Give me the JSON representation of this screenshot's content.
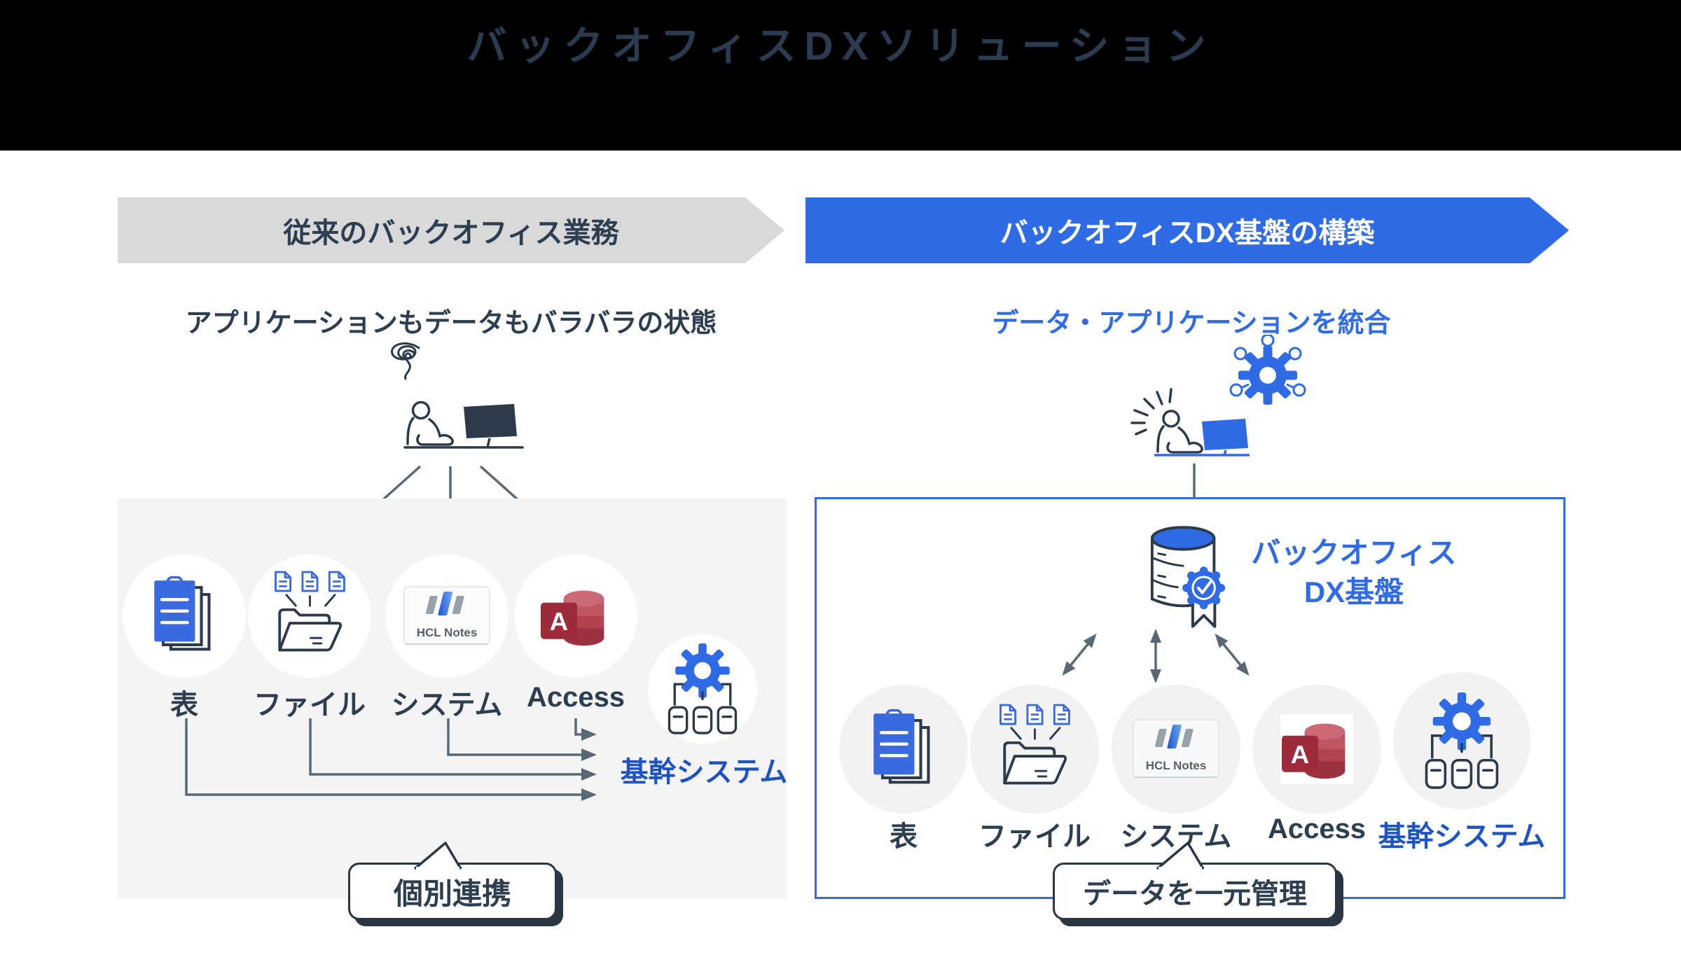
{
  "title": "バックオフィスDXソリューション",
  "left": {
    "banner": "従来のバックオフィス業務",
    "subtitle": "アプリケーションもデータもバラバラの状態",
    "items": [
      {
        "label": "表"
      },
      {
        "label": "ファイル"
      },
      {
        "label": "システム"
      },
      {
        "label": "Access"
      }
    ],
    "core_system": "基幹システム",
    "bubble": "個別連携"
  },
  "right": {
    "banner": "バックオフィスDX基盤の構築",
    "subtitle": "データ・アプリケーションを統合",
    "platform": {
      "line1": "バックオフィス",
      "line2": "DX基盤"
    },
    "items": [
      {
        "label": "表"
      },
      {
        "label": "ファイル"
      },
      {
        "label": "システム"
      },
      {
        "label": "Access"
      },
      {
        "label": "基幹システム"
      }
    ],
    "bubble": "データを一元管理"
  },
  "logos": {
    "hcl_notes": "HCL Notes",
    "access_letter": "A"
  },
  "colors": {
    "accent_blue": "#2e6be4",
    "deep_blue": "#1d53c2",
    "dark_navy": "#2c3e50",
    "banner_gray": "#d9d9d9",
    "box_gray": "#f4f4f5",
    "arrow_gray": "#5a6876",
    "access_red": "#9d2b3b"
  }
}
